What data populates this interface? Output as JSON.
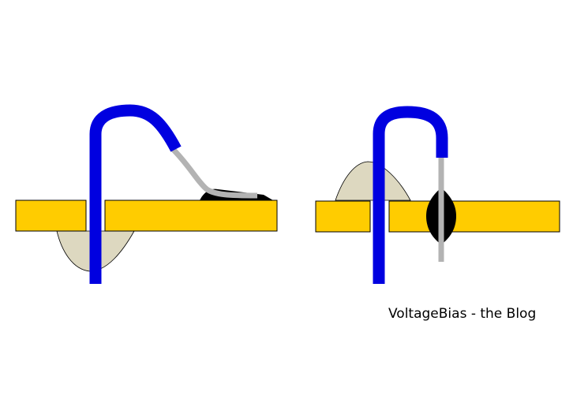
{
  "caption": "VoltageBias - the Blog",
  "colors": {
    "board": "#ffcc00",
    "insulation": "#0000e0",
    "bare_wire": "#b3b3b3",
    "solder": "#000000",
    "adhesive": "#ddd8c0",
    "outline": "#000000",
    "background": "#ffffff"
  },
  "panels": [
    {
      "name": "surface-mount-variant"
    },
    {
      "name": "through-hole-variant"
    }
  ]
}
